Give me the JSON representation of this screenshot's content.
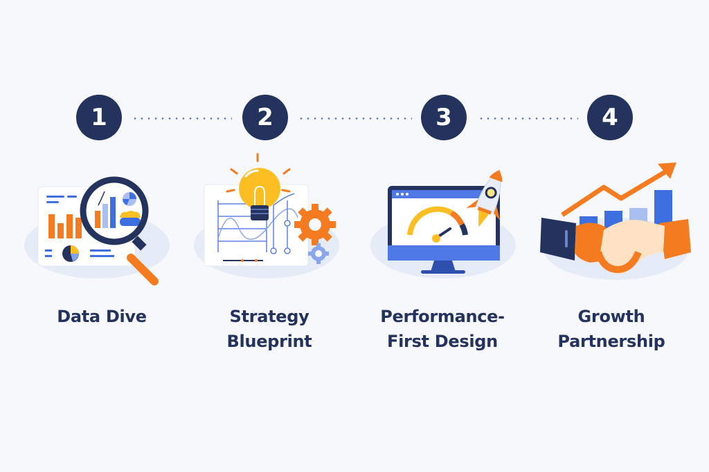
{
  "steps": [
    {
      "number": "1",
      "title": "Data Dive",
      "icon": "magnifier-analytics-icon"
    },
    {
      "number": "2",
      "title": "Strategy Blueprint",
      "title_lines": [
        "Strategy",
        "Blueprint"
      ],
      "icon": "lightbulb-blueprint-icon"
    },
    {
      "number": "3",
      "title": "Performance-First Design",
      "title_lines": [
        "Performance-",
        "First Design"
      ],
      "icon": "monitor-gauge-rocket-icon"
    },
    {
      "number": "4",
      "title": "Growth Partnership",
      "title_lines": [
        "Growth",
        "Partnership"
      ],
      "icon": "handshake-growth-icon"
    }
  ],
  "colors": {
    "background": "#f7f8fc",
    "badge": "#24335e",
    "text": "#24335e",
    "accent_orange": "#f47b20",
    "accent_blue": "#3d6fe0",
    "navy": "#1f2f5c",
    "yellow": "#fbbf24"
  }
}
